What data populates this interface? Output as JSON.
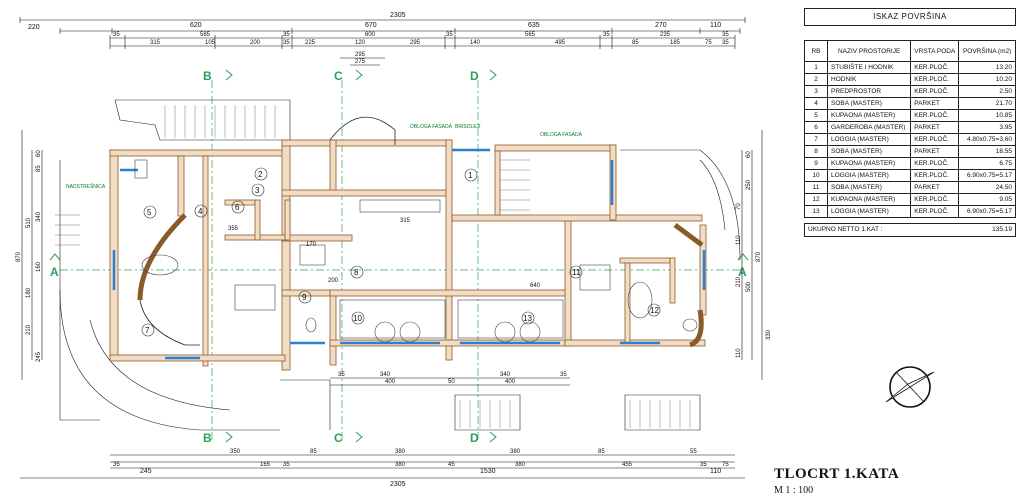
{
  "plan": {
    "top_dims": {
      "total": "2305",
      "row1": [
        "220",
        "620",
        "670",
        "635",
        "270",
        "110"
      ],
      "row2": [
        "35",
        "585",
        "35",
        "600",
        "35",
        "565",
        "35",
        "235",
        "35"
      ],
      "row3": [
        "315",
        "105",
        "200",
        "35",
        "225",
        "120",
        "295",
        "140",
        "495",
        "85",
        "185",
        "75",
        "35"
      ],
      "row4": [
        "295",
        "275"
      ]
    },
    "bottom_dims": {
      "total": "2305",
      "row1": [
        "245",
        "1530",
        "110"
      ],
      "row2": [
        "35",
        "165",
        "35",
        "380",
        "45",
        "380",
        "455",
        "35",
        "75"
      ],
      "row3": [
        "350",
        "85",
        "380",
        "380",
        "85",
        "55"
      ],
      "mid": [
        "340",
        "340",
        "400",
        "400",
        "35",
        "35",
        "50"
      ]
    },
    "left_dims": [
      "870",
      "510",
      "340",
      "160",
      "180",
      "245",
      "210",
      "85",
      "60"
    ],
    "right_dims": [
      "870",
      "500",
      "330",
      "210",
      "110",
      "250",
      "60",
      "70",
      "110"
    ],
    "axes": [
      "A",
      "B",
      "C",
      "D"
    ],
    "room_numbers": [
      "1",
      "2",
      "3",
      "4",
      "5",
      "6",
      "7",
      "8",
      "9",
      "10",
      "11",
      "12",
      "13"
    ],
    "annotations": [
      "OBLOGA FASADA",
      "BRISOLEJI",
      "OBLOGA FASADA",
      "NADSTREŠNICA",
      "315",
      "355",
      "170",
      "640",
      "200"
    ]
  },
  "legend": {
    "title": "ISKAZ POVRŠINA",
    "headers": [
      "RB",
      "NAZIV PROSTORIJE",
      "VRSTA PODA",
      "POVRŠINA (m2)"
    ],
    "rows": [
      {
        "rb": "1",
        "naziv": "STUBIŠTE I HODNIK",
        "pod": "KER.PLOČ.",
        "povrsina": "13.20"
      },
      {
        "rb": "2",
        "naziv": "HODNIK",
        "pod": "KER.PLOČ.",
        "povrsina": "10.20"
      },
      {
        "rb": "3",
        "naziv": "PREDPROSTOR",
        "pod": "KER.PLOČ.",
        "povrsina": "2.50"
      },
      {
        "rb": "4",
        "naziv": "SOBA (MASTER)",
        "pod": "PARKET",
        "povrsina": "21.70"
      },
      {
        "rb": "5",
        "naziv": "KUPAONA (MASTER)",
        "pod": "KER.PLOČ.",
        "povrsina": "10.85"
      },
      {
        "rb": "6",
        "naziv": "GARDEROBA (MASTER)",
        "pod": "PARKET",
        "povrsina": "3.95"
      },
      {
        "rb": "7",
        "naziv": "LOGGIA (MASTER)",
        "pod": "KER.PLOČ.",
        "povrsina": "4.80x0.75=3.60"
      },
      {
        "rb": "8",
        "naziv": "SOBA (MASTER)",
        "pod": "PARKET",
        "povrsina": "18.55"
      },
      {
        "rb": "9",
        "naziv": "KUPAONA (MASTER)",
        "pod": "KER.PLOČ.",
        "povrsina": "6.75"
      },
      {
        "rb": "10",
        "naziv": "LOGGIA (MASTER)",
        "pod": "KER.PLOČ.",
        "povrsina": "6.90x0.75=5.17"
      },
      {
        "rb": "11",
        "naziv": "SOBA (MASTER)",
        "pod": "PARKET",
        "povrsina": "24.50"
      },
      {
        "rb": "12",
        "naziv": "KUPAONA (MASTER)",
        "pod": "KER.PLOČ.",
        "povrsina": "9.05"
      },
      {
        "rb": "13",
        "naziv": "LOGGIA (MASTER)",
        "pod": "KER.PLOČ.",
        "povrsina": "6.90x0.75=5.17"
      }
    ],
    "total_label": "UKUPNO NETTO 1.KAT :",
    "total_value": "135.19"
  },
  "title_block": {
    "title": "TLOCRT 1.KATA",
    "scale": "M 1 : 100"
  },
  "colors": {
    "wall_fill": "#f2dcc4",
    "wall_stroke": "#8a5a2b",
    "window": "#2d7fd0",
    "annotation_green": "#0a7a2a",
    "axis_green": "#2aa05a"
  }
}
